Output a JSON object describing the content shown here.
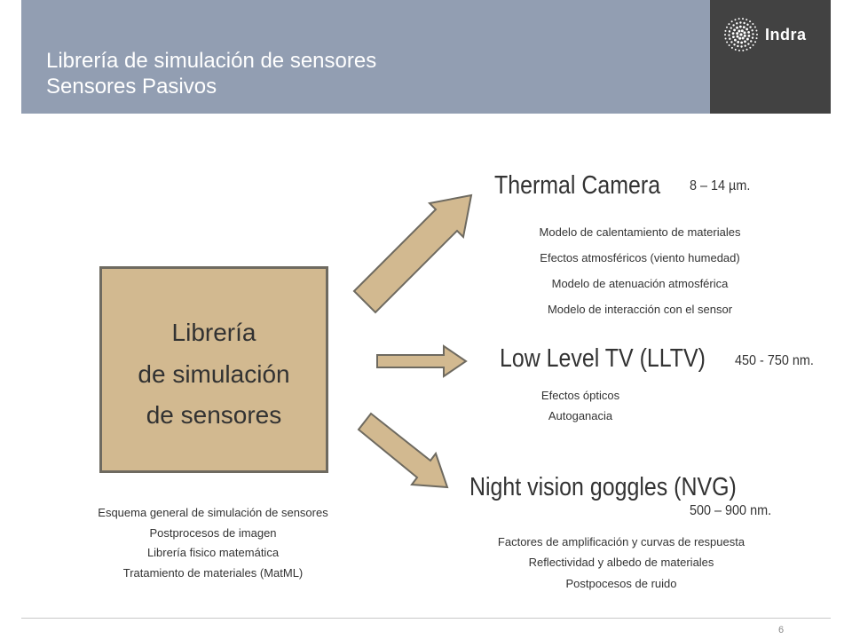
{
  "header": {
    "title_line1": "Librería de simulación de sensores",
    "title_line2": "Sensores Pasivos",
    "logo_text": "Indra",
    "logo_icon": "indra-dot-sphere-icon"
  },
  "main_box": {
    "line1": "Librería",
    "line2": "de simulación",
    "line3": "de sensores"
  },
  "left_features": [
    "Esquema general de simulación de sensores",
    "Postprocesos de imagen",
    "Librería fisico matemática",
    "Tratamiento de materiales (MatML)"
  ],
  "thermal": {
    "title": "Thermal Camera",
    "range": "8 – 14 µm.",
    "features": [
      "Modelo de calentamiento de materiales",
      "Efectos atmosféricos (viento humedad)",
      "Modelo de atenuación atmosférica",
      "Modelo de interacción con el sensor"
    ]
  },
  "lltv": {
    "title": "Low Level TV (LLTV)",
    "range": "450 - 750 nm.",
    "features": [
      "Efectos ópticos",
      "Autoganacia"
    ]
  },
  "nvg": {
    "title": "Night vision goggles (NVG)",
    "range": "500 – 900 nm.",
    "features": [
      "Factores de amplificación y curvas de respuesta",
      "Reflectividad y albedo de materiales",
      "Postpocesos de ruido"
    ]
  },
  "footer": {
    "page_number": "6"
  },
  "colors": {
    "header_bg": "#929eb2",
    "logo_bg": "#424242",
    "box_fill": "#d2b990",
    "arrow_fill": "#d2b990",
    "arrow_stroke": "#6e6a60"
  }
}
